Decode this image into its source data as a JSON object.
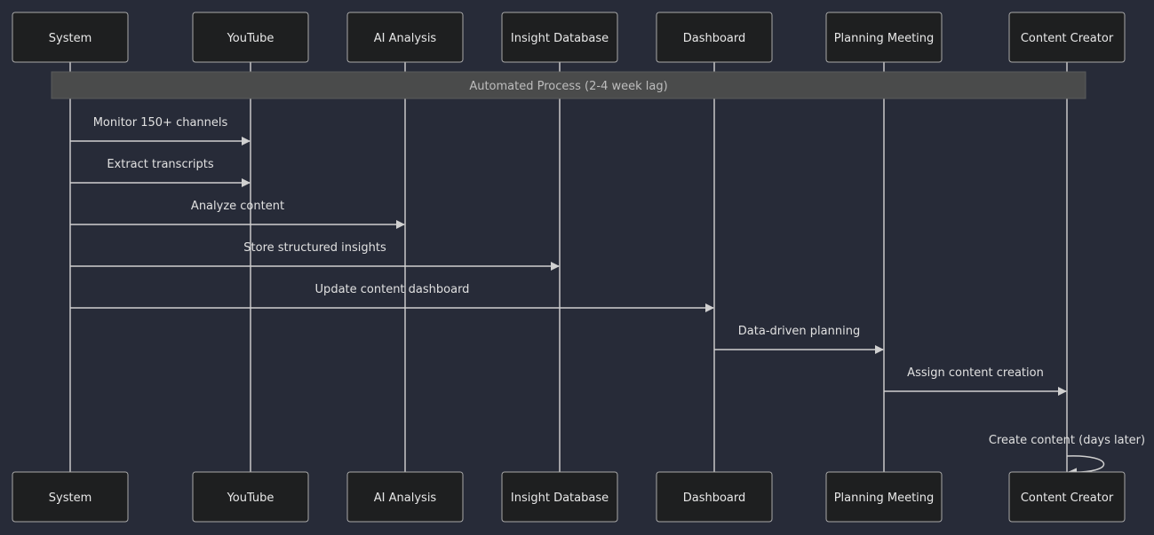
{
  "colors": {
    "background": "#272b38",
    "actor_fill": "#1e1f20",
    "actor_border": "#a9a9a9",
    "line": "#d0d0d0",
    "note_fill": "#4a4b4b",
    "text": "#e0e0e0"
  },
  "participants": [
    {
      "id": "system",
      "label": "System"
    },
    {
      "id": "youtube",
      "label": "YouTube"
    },
    {
      "id": "ai",
      "label": "AI Analysis"
    },
    {
      "id": "db",
      "label": "Insight Database"
    },
    {
      "id": "dashboard",
      "label": "Dashboard"
    },
    {
      "id": "planning",
      "label": "Planning Meeting"
    },
    {
      "id": "creator",
      "label": "Content Creator"
    }
  ],
  "note": {
    "text": "Automated Process (2-4 week lag)",
    "from": "system",
    "to": "creator"
  },
  "messages": [
    {
      "from": "system",
      "to": "youtube",
      "label": "Monitor 150+ channels"
    },
    {
      "from": "system",
      "to": "youtube",
      "label": "Extract transcripts"
    },
    {
      "from": "system",
      "to": "ai",
      "label": "Analyze content"
    },
    {
      "from": "system",
      "to": "db",
      "label": "Store structured insights"
    },
    {
      "from": "system",
      "to": "dashboard",
      "label": "Update content dashboard"
    },
    {
      "from": "dashboard",
      "to": "planning",
      "label": "Data-driven planning"
    },
    {
      "from": "planning",
      "to": "creator",
      "label": "Assign content creation"
    },
    {
      "from": "creator",
      "to": "creator",
      "label": "Create content (days later)"
    }
  ]
}
